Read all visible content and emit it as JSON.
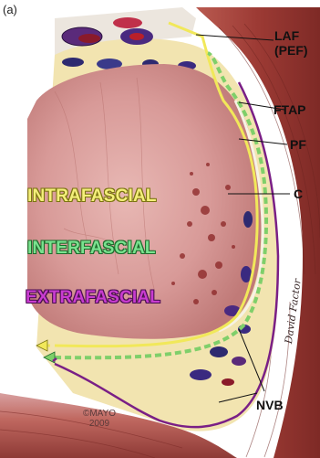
{
  "panel_label": "(a)",
  "labels": {
    "laf": "LAF",
    "pef": "(PEF)",
    "ftap": "FTAP",
    "pf": "PF",
    "c": "C",
    "nvb": "NVB"
  },
  "zones": [
    {
      "text": "INTRAFASCIAL",
      "color": "#f4ef7a",
      "stroke": "#7a7410"
    },
    {
      "text": "INTERFASCIAL",
      "color": "#79e28f",
      "stroke": "#1d6b2c"
    },
    {
      "text": "EXTRAFASCIAL",
      "color": "#c83cd0",
      "stroke": "#4a0f50"
    }
  ],
  "signature": "David Factor",
  "copyright": {
    "line1": "©MAYO",
    "line2": "2009"
  },
  "colors": {
    "prostate": "#d89a98",
    "fat": "#f2e4b0",
    "muscle": "#a8423c",
    "fascia_line_yellow": "#f1e85a",
    "fascia_line_green": "#7fcf6a",
    "fascia_line_purple": "#7a1f86"
  }
}
